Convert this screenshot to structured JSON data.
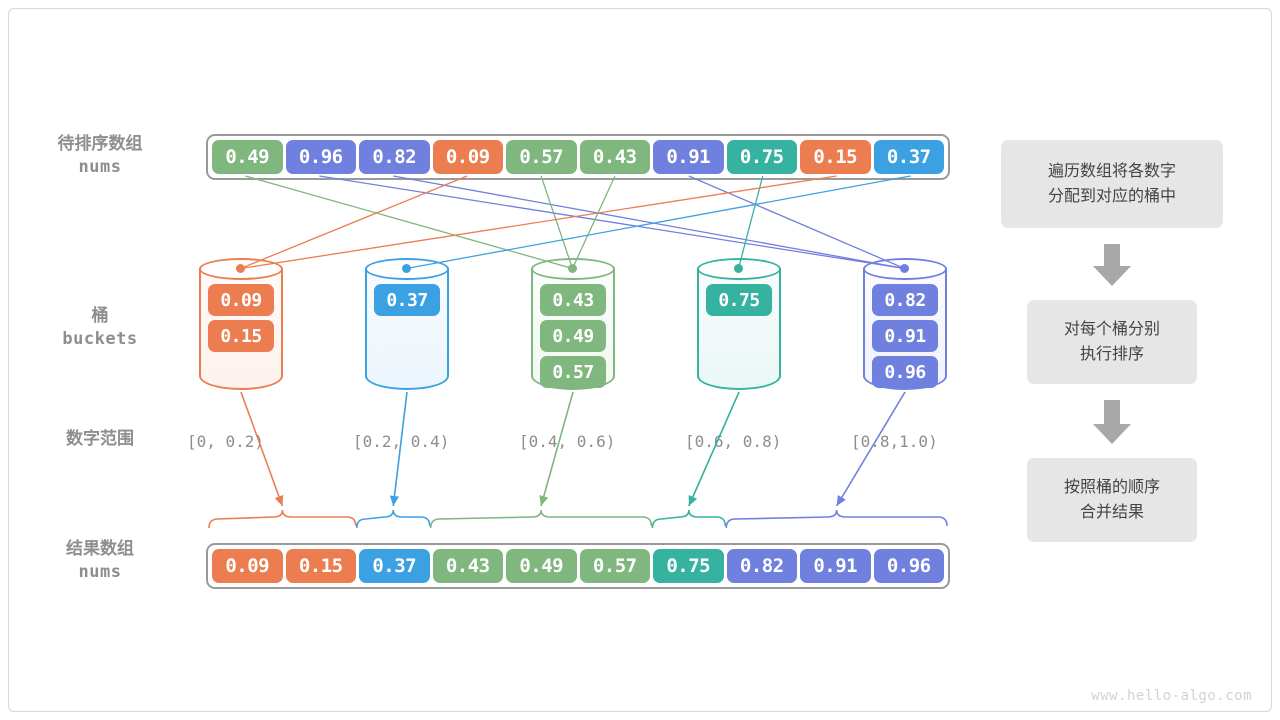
{
  "title": "bucket-sort-diagram",
  "colors": {
    "orange": "#EC7D51",
    "blue": "#3BA1E3",
    "green": "#7FB77E",
    "teal": "#36B2A0",
    "purple": "#7080DE",
    "gray_text": "#8e8e8e",
    "flow_bg": "#e6e6e6",
    "array_border": "#9a9a9a"
  },
  "labels": {
    "input_array_cn": "待排序数组",
    "input_array_mono": "nums",
    "buckets_cn": "桶",
    "buckets_mono": "buckets",
    "number_range_cn": "数字范围",
    "result_array_cn": "结果数组",
    "result_array_mono": "nums"
  },
  "input_array": {
    "name": "nums",
    "cells": [
      {
        "value": "0.49",
        "color": "green"
      },
      {
        "value": "0.96",
        "color": "purple"
      },
      {
        "value": "0.82",
        "color": "purple"
      },
      {
        "value": "0.09",
        "color": "orange"
      },
      {
        "value": "0.57",
        "color": "green"
      },
      {
        "value": "0.43",
        "color": "green"
      },
      {
        "value": "0.91",
        "color": "purple"
      },
      {
        "value": "0.75",
        "color": "teal"
      },
      {
        "value": "0.15",
        "color": "orange"
      },
      {
        "value": "0.37",
        "color": "blue"
      }
    ]
  },
  "buckets": [
    {
      "index": 0,
      "color": "orange",
      "range": "[0, 0.2)",
      "items": [
        "0.09",
        "0.15"
      ]
    },
    {
      "index": 1,
      "color": "blue",
      "range": "[0.2, 0.4)",
      "items": [
        "0.37"
      ]
    },
    {
      "index": 2,
      "color": "green",
      "range": "[0.4, 0.6)",
      "items": [
        "0.43",
        "0.49",
        "0.57"
      ]
    },
    {
      "index": 3,
      "color": "teal",
      "range": "[0.6, 0.8)",
      "items": [
        "0.75"
      ]
    },
    {
      "index": 4,
      "color": "purple",
      "range": "[0.8,1.0)",
      "items": [
        "0.82",
        "0.91",
        "0.96"
      ]
    }
  ],
  "result_array": {
    "name": "nums",
    "cells": [
      {
        "value": "0.09",
        "color": "orange"
      },
      {
        "value": "0.15",
        "color": "orange"
      },
      {
        "value": "0.37",
        "color": "blue"
      },
      {
        "value": "0.43",
        "color": "green"
      },
      {
        "value": "0.49",
        "color": "green"
      },
      {
        "value": "0.57",
        "color": "green"
      },
      {
        "value": "0.75",
        "color": "teal"
      },
      {
        "value": "0.82",
        "color": "purple"
      },
      {
        "value": "0.91",
        "color": "purple"
      },
      {
        "value": "0.96",
        "color": "purple"
      }
    ]
  },
  "flow": {
    "steps": [
      {
        "line1": "遍历数组将各数字",
        "line2": "分配到对应的桶中"
      },
      {
        "line1": "对每个桶分别",
        "line2": "执行排序"
      },
      {
        "line1": "按照桶的顺序",
        "line2": "合并结果"
      }
    ]
  },
  "watermark": "www.hello-algo.com"
}
